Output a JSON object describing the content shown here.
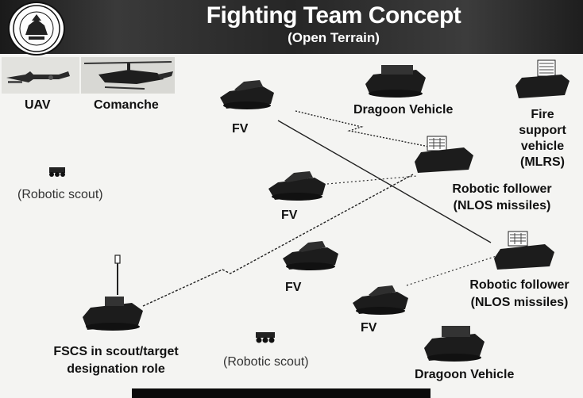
{
  "header": {
    "title": "Fighting Team Concept",
    "subtitle": "(Open Terrain)"
  },
  "labels": {
    "uav": "UAV",
    "comanche": "Comanche",
    "fv_top": "FV",
    "dragoon_top": "Dragoon Vehicle",
    "fire_support_1": "Fire",
    "fire_support_2": "support",
    "fire_support_3": "vehicle",
    "fire_support_4": "(MLRS)",
    "robotic_scout_left": "(Robotic scout)",
    "fv_mid": "FV",
    "robotic_follower_1_a": "Robotic follower",
    "robotic_follower_1_b": "(NLOS missiles)",
    "fv_center": "FV",
    "robotic_follower_2_a": "Robotic follower",
    "robotic_follower_2_b": "(NLOS missiles)",
    "fv_low": "FV",
    "fscs_a": "FSCS in scout/target",
    "fscs_b": "designation role",
    "robotic_scout_bottom": "(Robotic scout)",
    "dragoon_bottom": "Dragoon Vehicle"
  },
  "icons": {
    "seal": "army-seal-icon",
    "vehicle": "tracked-vehicle-icon",
    "launcher": "missile-launcher-icon",
    "scout": "robotic-scout-icon"
  },
  "colors": {
    "banner": "#2a2a2a",
    "title_text": "#ffffff",
    "vehicle": "#1c1c1c",
    "link_line": "#222222"
  }
}
